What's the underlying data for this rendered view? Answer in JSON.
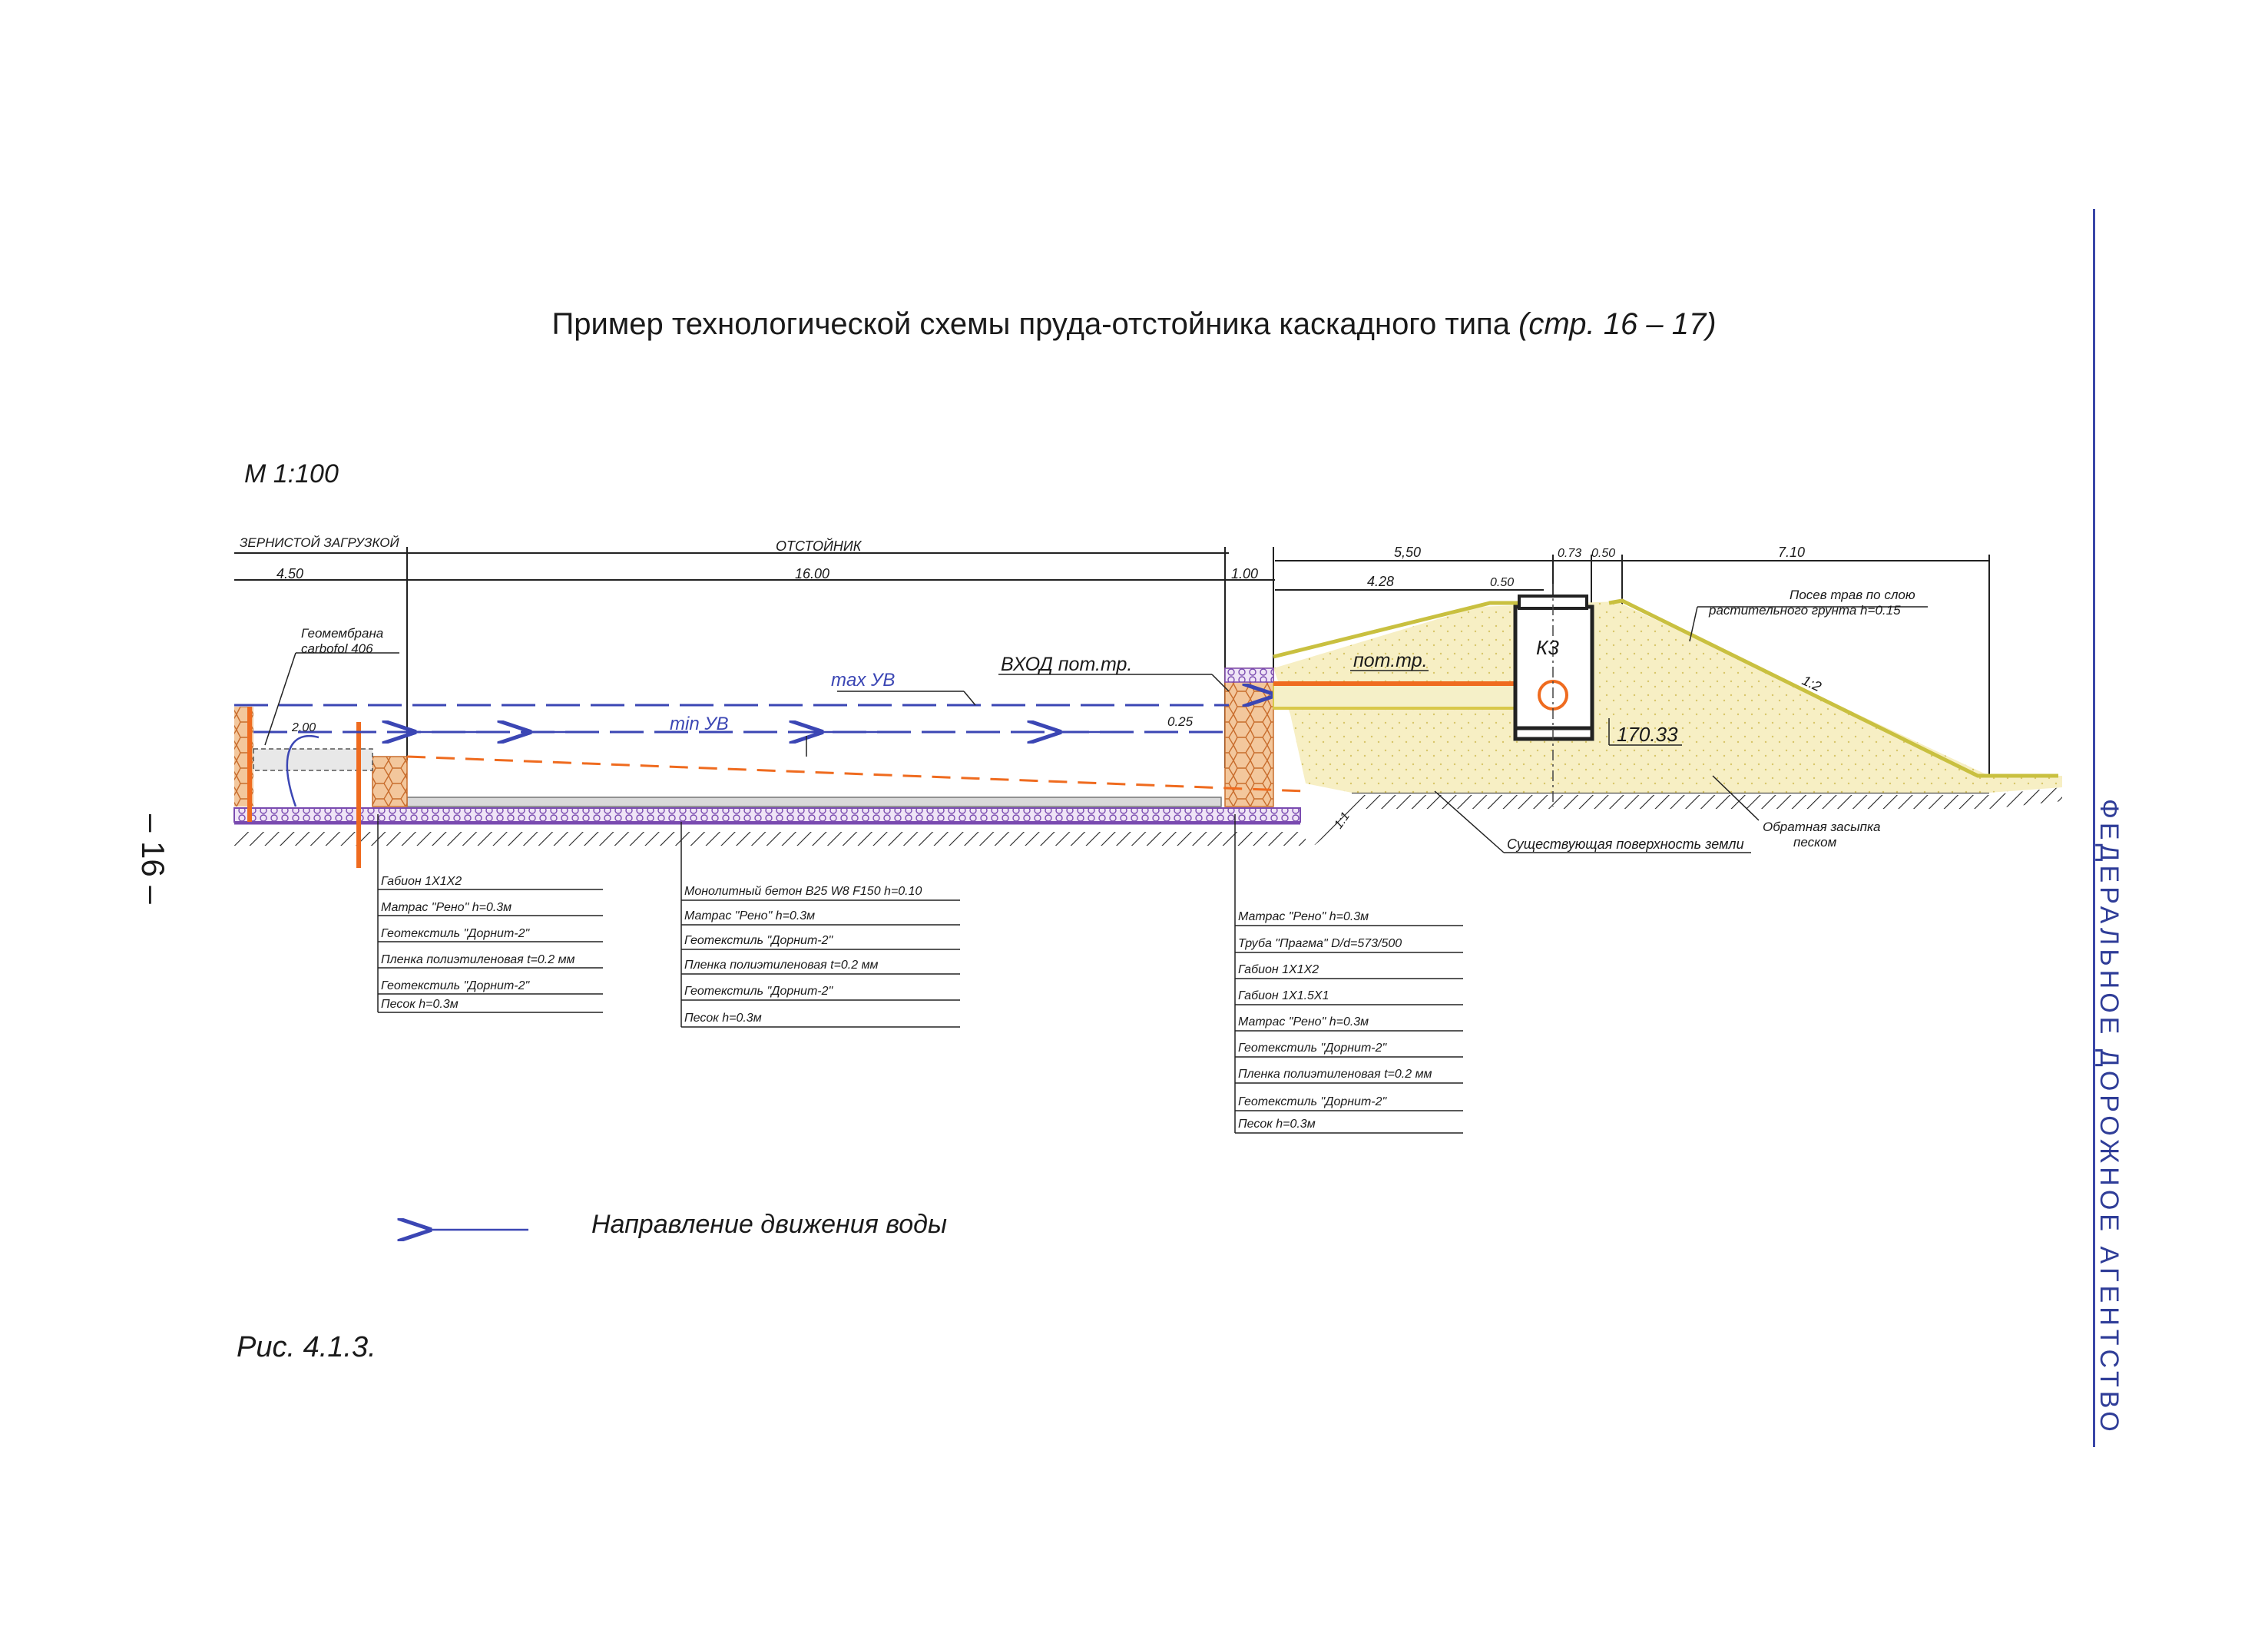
{
  "page": {
    "title_main": "Пример технологической схемы пруда-отстойника каскадного типа",
    "title_ref": "(стр. 16 – 17)",
    "scale": "М 1:100",
    "page_number": "– 16 –",
    "side_label": "ФЕДЕРАЛЬНОЕ ДОРОЖНОЕ АГЕНТСТВО",
    "legend_text": "Направление движения воды",
    "figure_caption": "Рис. 4.1.3."
  },
  "colors": {
    "water_line": "#3b46b4",
    "orange": "#ef6b1f",
    "fill_yellow": "#f6ecb8",
    "slope_line": "#c9c040",
    "gabion": "#f3c79c",
    "membrane": "#7a4bb0",
    "side_blue": "#2f3d98"
  },
  "diagram": {
    "sections": {
      "left": "ЗЕРНИСТОЙ ЗАГРУЗКОЙ",
      "middle": "ОТСТОЙНИК"
    },
    "dims": {
      "d450": "4.50",
      "d1600": "16.00",
      "d100": "1.00",
      "d550": "5,50",
      "d428": "4.28",
      "d050a": "0.50",
      "d073": "0.73",
      "d050b": "0.50",
      "d710": "7.10",
      "d200": "2.00",
      "d025": "0.25"
    },
    "labels": {
      "geomembrane": "Геомембрана",
      "carbofol": "carbofol 406",
      "max_uv": "max УВ",
      "min_uv": "min УВ",
      "inlet": "ВХОД пот.тр.",
      "pipe": "пот.тр.",
      "k3": "К3",
      "elevation": "170.33",
      "grass_line1": "Посев трав по слою",
      "grass_line2": "растительного грунта h=0.15",
      "slope_12": "1:2",
      "slope_11": "1:1",
      "ground": "Существующая поверхность земли",
      "backfill1": "Обратная засыпка",
      "backfill2": "песком"
    },
    "layers_left": [
      "Габион 1Х1Х2",
      "Матрас \"Рено\" h=0.3м",
      "Геотекстиль \"Дорнит-2\"",
      "Пленка полиэтиленовая t=0.2 мм",
      "Геотекстиль \"Дорнит-2\"",
      "Песок h=0.3м"
    ],
    "layers_mid": [
      "Монолитный бетон B25 W8 F150 h=0.10",
      "Матрас \"Рено\" h=0.3м",
      "Геотекстиль \"Дорнит-2\"",
      "Пленка полиэтиленовая t=0.2 мм",
      "Геотекстиль \"Дорнит-2\"",
      "Песок h=0.3м"
    ],
    "layers_right": [
      "Матрас \"Рено\" h=0.3м",
      "Труба \"Прагма\" D/d=573/500",
      "Габион 1Х1Х2",
      "Габион 1Х1.5Х1",
      "Матрас \"Рено\" h=0.3м",
      "Геотекстиль \"Дорнит-2\"",
      "Пленка полиэтиленовая t=0.2 мм",
      "Геотекстиль \"Дорнит-2\"",
      "Песок h=0.3м"
    ]
  }
}
